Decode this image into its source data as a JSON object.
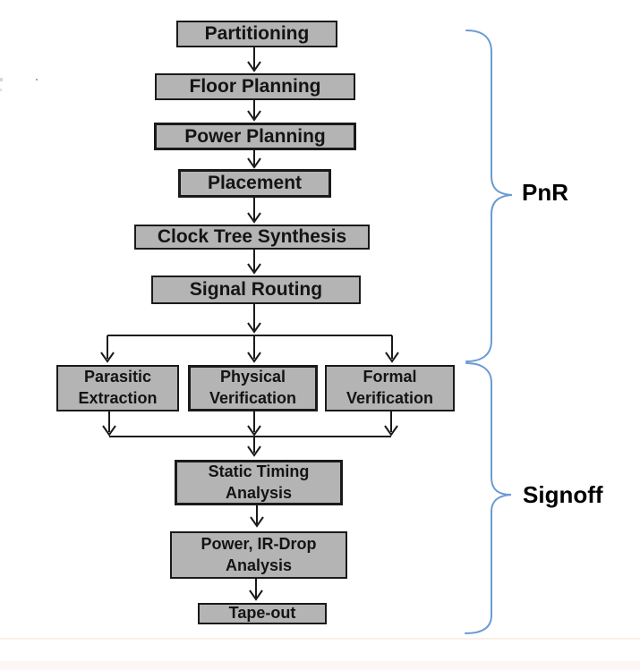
{
  "colors": {
    "box_fill": "#b4b4b4",
    "box_border": "#1a1a1a",
    "connector": "#1a1a1a",
    "brace": "#6b9ad3",
    "text": "#141414"
  },
  "flow": {
    "nodes": [
      {
        "id": "partitioning",
        "label": "Partitioning"
      },
      {
        "id": "floor-planning",
        "label": "Floor Planning"
      },
      {
        "id": "power-planning",
        "label": "Power Planning"
      },
      {
        "id": "placement",
        "label": "Placement"
      },
      {
        "id": "clock-tree-synthesis",
        "label": "Clock Tree Synthesis"
      },
      {
        "id": "signal-routing",
        "label": "Signal Routing"
      },
      {
        "id": "parasitic-extraction",
        "label": "Parasitic\nExtraction"
      },
      {
        "id": "physical-verification",
        "label": "Physical\nVerification"
      },
      {
        "id": "formal-verification",
        "label": "Formal\nVerification"
      },
      {
        "id": "static-timing-analysis",
        "label": "Static Timing\nAnalysis"
      },
      {
        "id": "power-ir-drop-analysis",
        "label": "Power, IR-Drop\nAnalysis"
      },
      {
        "id": "tape-out",
        "label": "Tape-out"
      }
    ],
    "edges": [
      {
        "from": "partitioning",
        "to": "floor-planning"
      },
      {
        "from": "floor-planning",
        "to": "power-planning"
      },
      {
        "from": "power-planning",
        "to": "placement"
      },
      {
        "from": "placement",
        "to": "clock-tree-synthesis"
      },
      {
        "from": "clock-tree-synthesis",
        "to": "signal-routing"
      },
      {
        "from": "signal-routing",
        "to": "parasitic-extraction"
      },
      {
        "from": "signal-routing",
        "to": "physical-verification"
      },
      {
        "from": "signal-routing",
        "to": "formal-verification"
      },
      {
        "from": "parasitic-extraction",
        "to": "static-timing-analysis"
      },
      {
        "from": "physical-verification",
        "to": "static-timing-analysis"
      },
      {
        "from": "formal-verification",
        "to": "static-timing-analysis"
      },
      {
        "from": "static-timing-analysis",
        "to": "power-ir-drop-analysis"
      },
      {
        "from": "power-ir-drop-analysis",
        "to": "tape-out"
      }
    ]
  },
  "sections": [
    {
      "id": "pnr",
      "label": "PnR",
      "covers": [
        "partitioning",
        "floor-planning",
        "power-planning",
        "placement",
        "clock-tree-synthesis",
        "signal-routing"
      ]
    },
    {
      "id": "signoff",
      "label": "Signoff",
      "covers": [
        "parasitic-extraction",
        "physical-verification",
        "formal-verification",
        "static-timing-analysis",
        "power-ir-drop-analysis",
        "tape-out"
      ]
    }
  ]
}
